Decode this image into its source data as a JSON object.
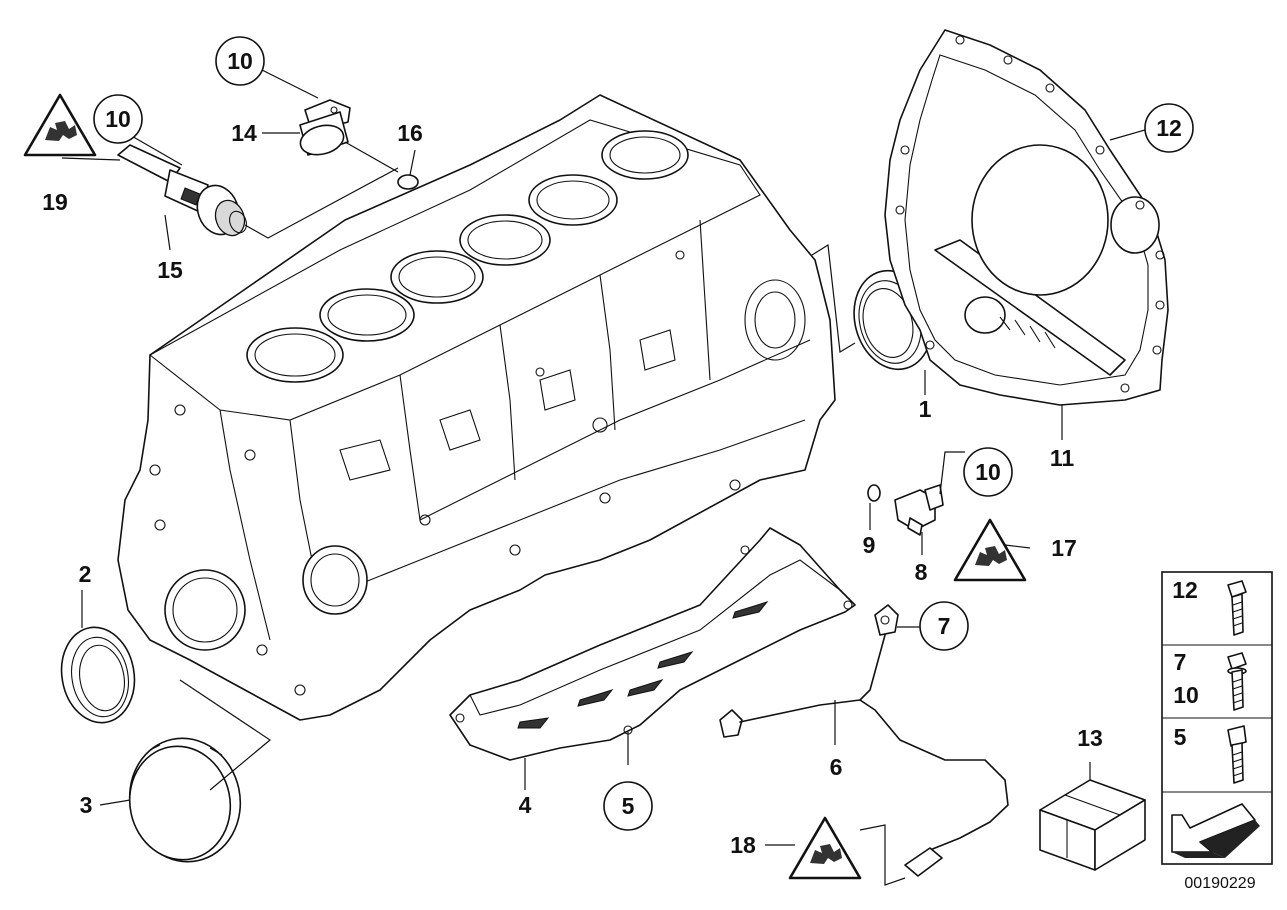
{
  "diagram": {
    "catalog_number": "00190229",
    "callouts": [
      {
        "id": "c1",
        "text": "1",
        "circled": false
      },
      {
        "id": "c2",
        "text": "2",
        "circled": false
      },
      {
        "id": "c3",
        "text": "3",
        "circled": false
      },
      {
        "id": "c4",
        "text": "4",
        "circled": false
      },
      {
        "id": "c5",
        "text": "5",
        "circled": true
      },
      {
        "id": "c6",
        "text": "6",
        "circled": false
      },
      {
        "id": "c7",
        "text": "7",
        "circled": true
      },
      {
        "id": "c8",
        "text": "8",
        "circled": false
      },
      {
        "id": "c9",
        "text": "9",
        "circled": false
      },
      {
        "id": "c10a",
        "text": "10",
        "circled": true
      },
      {
        "id": "c10b",
        "text": "10",
        "circled": true
      },
      {
        "id": "c10c",
        "text": "10",
        "circled": true
      },
      {
        "id": "c11",
        "text": "11",
        "circled": false
      },
      {
        "id": "c12",
        "text": "12",
        "circled": true
      },
      {
        "id": "c13",
        "text": "13",
        "circled": false
      },
      {
        "id": "c14",
        "text": "14",
        "circled": false
      },
      {
        "id": "c15",
        "text": "15",
        "circled": false
      },
      {
        "id": "c16",
        "text": "16",
        "circled": false
      },
      {
        "id": "c17",
        "text": "17",
        "circled": false
      },
      {
        "id": "c18",
        "text": "18",
        "circled": false
      },
      {
        "id": "c19",
        "text": "19",
        "circled": false
      }
    ],
    "legend": {
      "rows": [
        {
          "labels": [
            "12"
          ]
        },
        {
          "labels": [
            "7",
            "10"
          ]
        },
        {
          "labels": [
            "5"
          ]
        }
      ]
    },
    "icons": {
      "warning_triangle": "warning-triangle-icon",
      "bolt": "bolt-icon",
      "arrow": "arrow-icon",
      "box": "box-icon"
    }
  }
}
